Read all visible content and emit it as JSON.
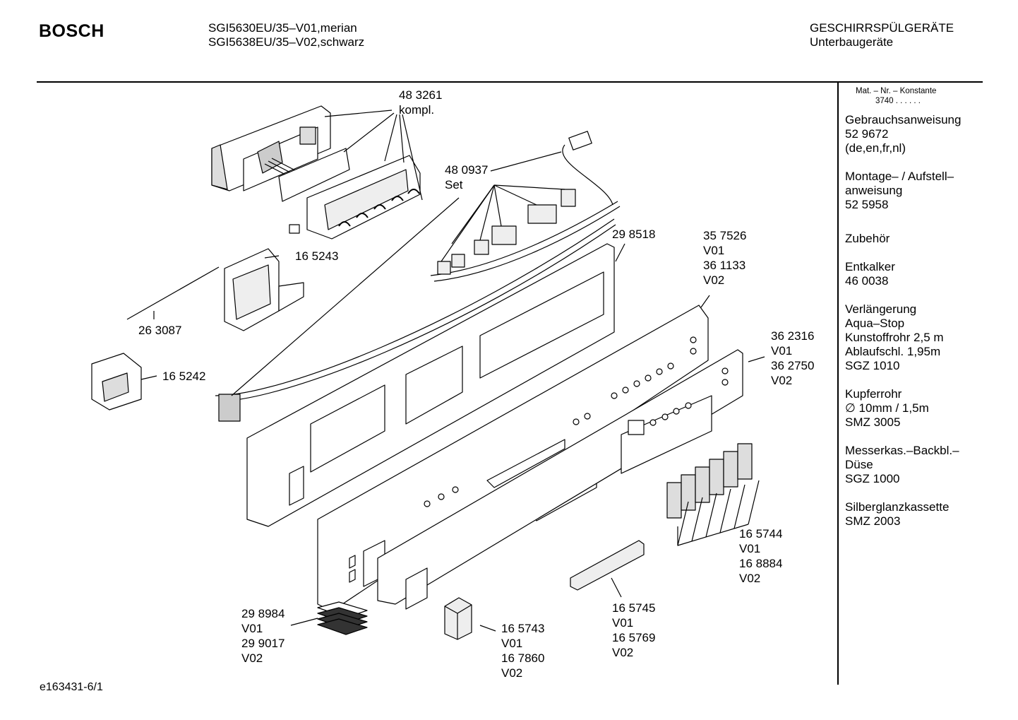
{
  "header": {
    "brand": "BOSCH",
    "models": [
      "SGI5630EU/35–V01,merian",
      "SGI5638EU/35–V02,schwarz"
    ],
    "category": "GESCHIRRSPÜLGERÄTE",
    "subcategory": "Unterbaugeräte"
  },
  "sidebar": {
    "heading": "Mat. – Nr. – Konstante",
    "heading_value": "3740  .  .  .  .  .  .",
    "blocks": [
      [
        "Gebrauchsanweisung",
        "52 9672",
        "(de,en,fr,nl)"
      ],
      [
        "Montage– / Aufstell–",
        "anweisung",
        "52 5958"
      ],
      [
        "Zubehör"
      ],
      [
        "Entkalker",
        "46 0038"
      ],
      [
        "Verlängerung",
        "Aqua–Stop",
        "Kunstoffrohr 2,5 m",
        "Ablaufschl. 1,95m",
        "SGZ 1010"
      ],
      [
        "Kupferrohr",
        "∅ 10mm / 1,5m",
        "SMZ 3005"
      ],
      [
        "Messerkas.–Backbl.–",
        "Düse",
        "SGZ 1000"
      ],
      [
        "Silberglanzkassette",
        "SMZ 2003"
      ]
    ]
  },
  "parts": {
    "p483261": [
      "48 3261",
      "kompl."
    ],
    "p480937": [
      "48 0937",
      "Set"
    ],
    "p165243": [
      "16 5243"
    ],
    "p263087": [
      "26 3087"
    ],
    "p165242": [
      "16 5242"
    ],
    "p298518": [
      "29 8518"
    ],
    "p357526": [
      "35 7526",
      "V01",
      "36 1133",
      "V02"
    ],
    "p362316": [
      "36 2316",
      "V01",
      "36 2750",
      "V02"
    ],
    "p165744": [
      "16 5744",
      "V01",
      "16 8884",
      "V02"
    ],
    "p165745": [
      "16 5745",
      "V01",
      "16 5769",
      "V02"
    ],
    "p165743": [
      "16 5743",
      "V01",
      "16 7860",
      "V02"
    ],
    "p298984": [
      "29 8984",
      "V01",
      "29 9017",
      "V02"
    ]
  },
  "footer": {
    "drawing_id": "e163431-6/1"
  }
}
